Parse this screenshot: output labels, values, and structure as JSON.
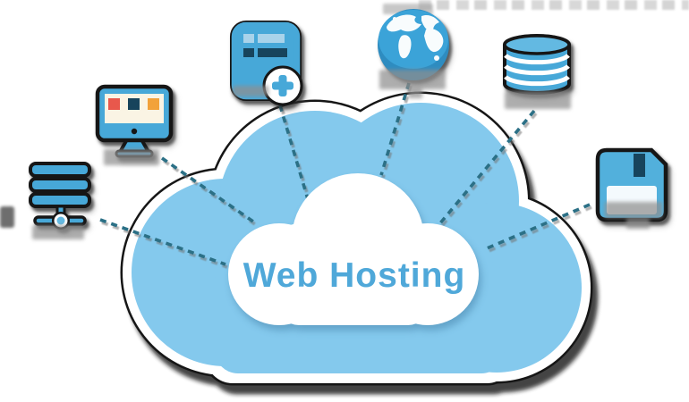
{
  "diagram": {
    "center_label": "Web Hosting",
    "nodes": [
      {
        "id": "server",
        "icon": "server-icon",
        "label_blurred": true
      },
      {
        "id": "monitor",
        "icon": "monitor-icon",
        "label_blurred": true
      },
      {
        "id": "document-add",
        "icon": "document-add-icon",
        "label_blurred": true
      },
      {
        "id": "globe",
        "icon": "globe-icon",
        "label_blurred": true
      },
      {
        "id": "database",
        "icon": "database-icon",
        "label_blurred": true
      },
      {
        "id": "floppy-disk",
        "icon": "floppy-disk-icon",
        "label_blurred": true
      }
    ],
    "connectors": [
      {
        "from": "server",
        "to": "cloud",
        "style": "dotted"
      },
      {
        "from": "monitor",
        "to": "cloud",
        "style": "dotted"
      },
      {
        "from": "document-add",
        "to": "cloud",
        "style": "dotted"
      },
      {
        "from": "globe",
        "to": "cloud",
        "style": "dotted"
      },
      {
        "from": "database",
        "to": "cloud",
        "style": "dotted"
      },
      {
        "from": "floppy-disk",
        "to": "cloud",
        "style": "dotted"
      }
    ],
    "colors": {
      "cloud_blue": "#84C9ED",
      "cloud_ring": "#FFFFFF",
      "dark_outline": "#161616",
      "icon_blue": "#47A8D8",
      "icon_blue_light": "#63B9E2",
      "navy": "#17445C",
      "red": "#E8584C",
      "orange": "#F2A23A",
      "cream": "#FAF4E4",
      "row_light": "#A9D3EA",
      "text_blue": "#4FA8D9",
      "dash_teal": "#2B7086",
      "globe_blue": "#3BA3D8",
      "globe_shade": "#2E8CC0",
      "floppy_blue": "#52B0DC",
      "label_gray": "#8F8F8F"
    }
  }
}
